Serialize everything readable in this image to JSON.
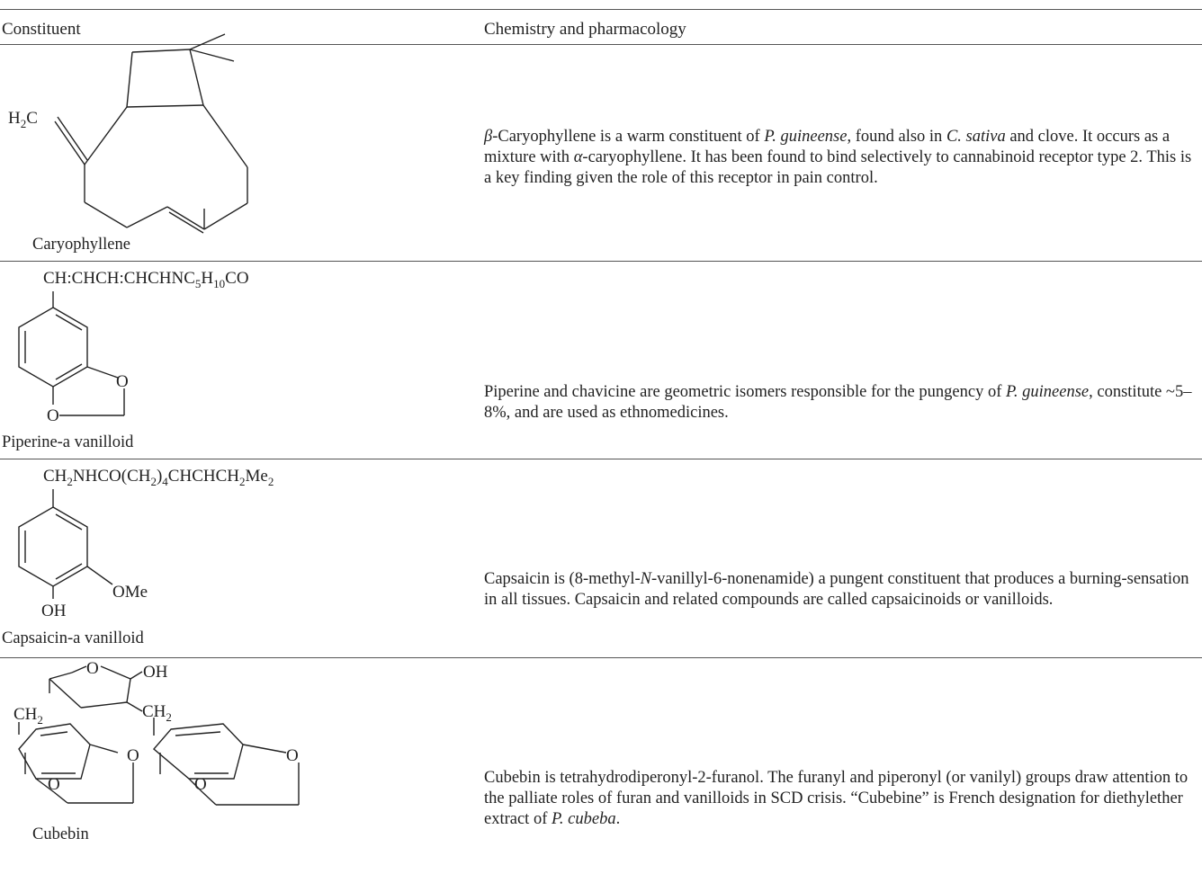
{
  "table": {
    "headers": [
      "Constituent",
      "Chemistry and pharmacology"
    ],
    "rows": [
      {
        "constituent": "Caryophyllene",
        "structure_labels": [
          "H",
          "2",
          "C"
        ],
        "desc_parts": [
          "β",
          "-Caryophyllene is a warm constituent of ",
          "P. guineense",
          ", found also in ",
          "C. sativa",
          " and clove. It occurs as a mixture with ",
          "α",
          "-caryophyllene. It has been found to bind selectively to cannabinoid receptor type 2. This is a key finding given the role of this receptor in pain control."
        ]
      },
      {
        "constituent": "Piperine-a vanilloid",
        "structure_labels": [
          "CH:CHCH:CHCHNC",
          "5",
          "H",
          "10",
          "CO",
          "O",
          "O"
        ],
        "desc_parts": [
          "Piperine and chavicine are geometric isomers responsible for the pungency of ",
          "P. guineense",
          ", constitute ~5–8%, and are used as ethnomedicines."
        ]
      },
      {
        "constituent": "Capsaicin-a vanilloid",
        "structure_labels": [
          "CH",
          "2",
          "NHCO(CH",
          "2",
          ")",
          "4",
          "CHCHCH",
          "2",
          "Me",
          "2",
          "OMe",
          "OH"
        ],
        "desc_parts": [
          "Capsaicin is (8-methyl-",
          "N",
          "-vanillyl-6-nonenamide) a pungent constituent that produces a burning-sensation in all tissues. Capsaicin and related compounds are called capsaicinoids or vanilloids."
        ]
      },
      {
        "constituent": "Cubebin",
        "structure_labels": [
          "O",
          "OH",
          "CH",
          "2",
          "CH",
          "2",
          "O",
          "O",
          "O",
          "O"
        ],
        "desc_parts": [
          "Cubebin is tetrahydrodiperonyl-2-furanol. The furanyl and piperonyl (or vanilyl) groups draw attention to the palliate roles of furan and vanilloids in SCD crisis. “Cubebine” is French designation for diethylether extract of ",
          "P. cubeba",
          "."
        ]
      }
    ]
  }
}
